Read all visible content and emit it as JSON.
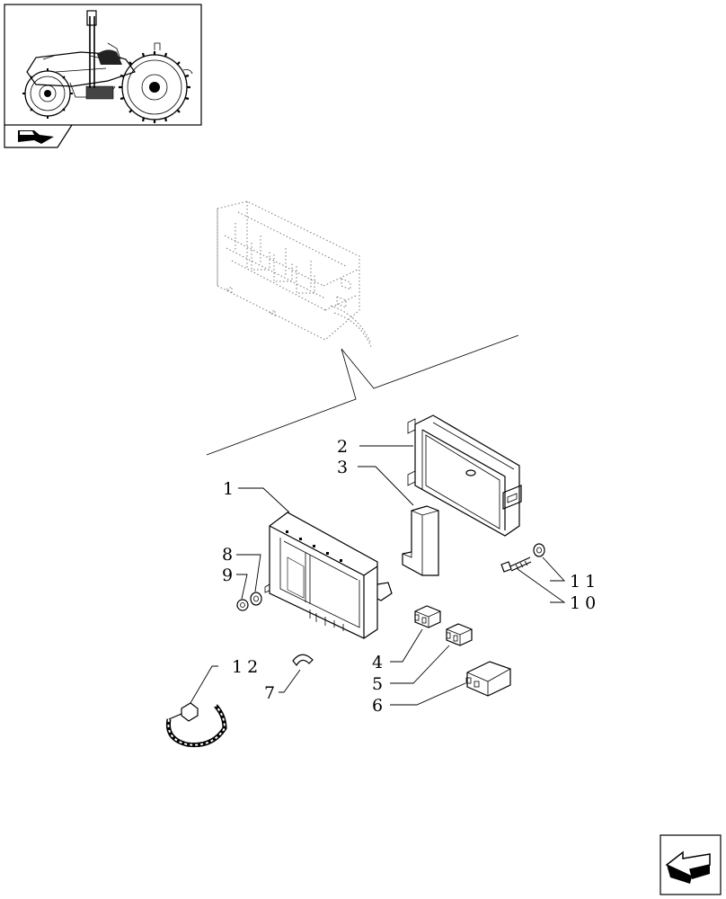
{
  "callouts": {
    "c1": "1",
    "c2": "2",
    "c3": "3",
    "c4": "4",
    "c5": "5",
    "c6": "6",
    "c7": "7",
    "c8": "8",
    "c9": "9",
    "c10": "10",
    "c11": "11",
    "c12": "12"
  },
  "icons": {
    "thumbnail": "tractor-thumbnail-icon",
    "section": "section-arrow-icon",
    "nav": "next-page-arrow-icon"
  }
}
